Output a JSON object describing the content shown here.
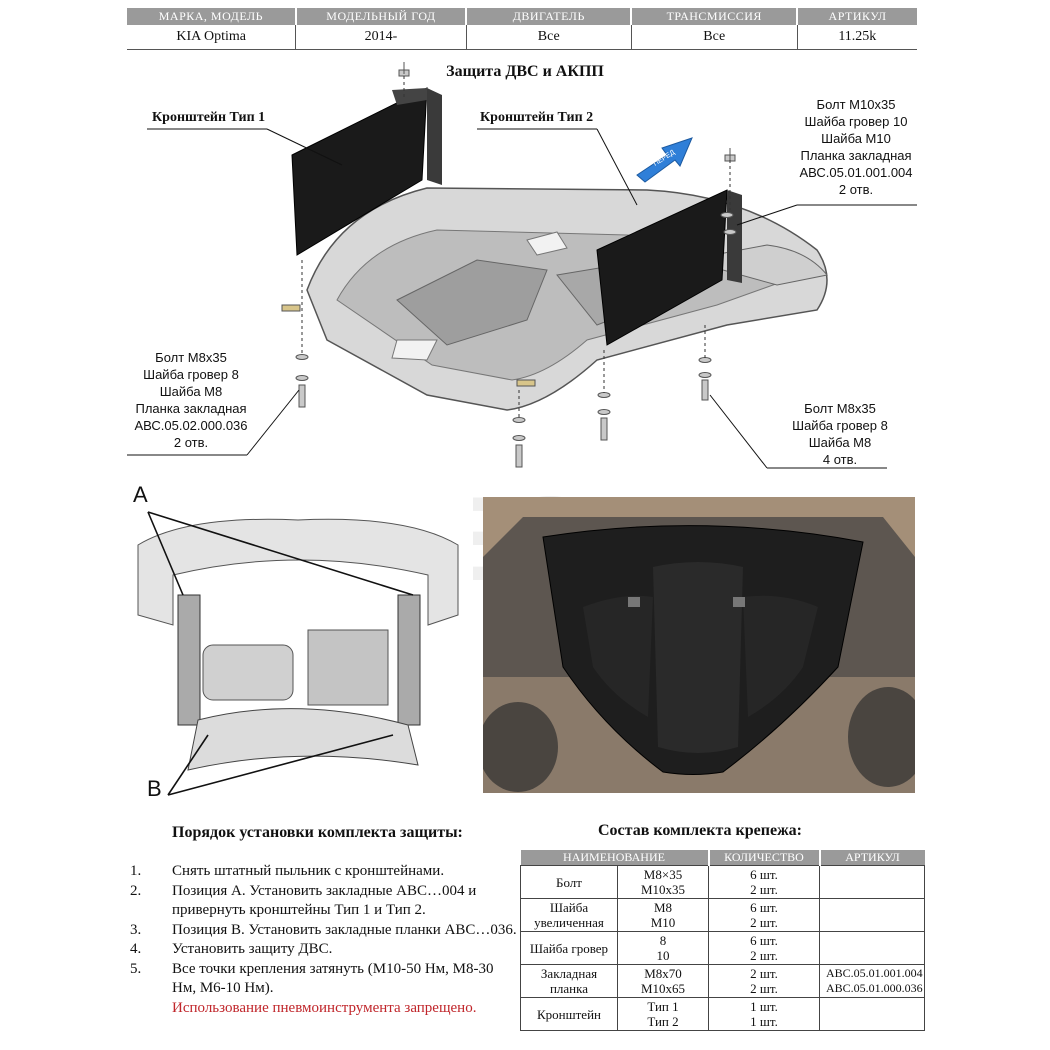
{
  "header": {
    "columns": [
      "МАРКА, МОДЕЛЬ",
      "МОДЕЛЬНЫЙ ГОД",
      "ДВИГАТЕЛЬ",
      "ТРАНСМИССИЯ",
      "АРТИКУЛ"
    ],
    "values": [
      "KIA Optima",
      "2014-",
      "Все",
      "Все",
      "11.25k"
    ]
  },
  "diagram": {
    "title": "Защита ДВС и АКПП",
    "bracket1": "Кронштейн Тип 1",
    "bracket2": "Кронштейн Тип 2",
    "front_arrow": "ПЕРЕД",
    "callout_top_right": [
      "Болт М10х35",
      "Шайба гровер  10",
      "Шайба М10",
      "Планка закладная",
      "АВС.05.01.001.004",
      "2 отв."
    ],
    "callout_left": [
      "Болт М8х35",
      "Шайба гровер  8",
      "Шайба М8",
      "Планка закладная",
      "АВС.05.02.000.036",
      "2 отв."
    ],
    "callout_right": [
      "Болт М8х35",
      "Шайба гровер  8",
      "Шайба М8",
      "4 отв."
    ]
  },
  "photos": {
    "letter_a": "A",
    "letter_b": "B",
    "watermark": "OBBECMAN"
  },
  "installation": {
    "title": "Порядок установки комплекта защиты:",
    "steps": [
      {
        "num": "1.",
        "text": "Снять штатный пыльник с кронштейнами."
      },
      {
        "num": "2.",
        "text": "Позиция А. Установить закладные АВС…004 и привернуть кронштейны Тип 1 и Тип 2."
      },
      {
        "num": "3.",
        "text": "Позиция B. Установить закладные планки АВС…036."
      },
      {
        "num": "4.",
        "text": "Установить защиту ДВС."
      },
      {
        "num": "5.",
        "text": "Все точки крепления затянуть (М10-50 Нм, М8-30 Нм, М6-10 Нм)."
      }
    ],
    "warning": "Использование пневмоинструмента запрещено."
  },
  "kit": {
    "title": "Состав комплекта крепежа:",
    "columns": [
      "НАИМЕНОВАНИЕ",
      "КОЛИЧЕСТВО",
      "АРТИКУЛ"
    ],
    "rows": [
      {
        "name": "Болт",
        "size1": "М8×35",
        "size2": "М10х35",
        "qty1": "6 шт.",
        "qty2": "2 шт.",
        "art1": "",
        "art2": ""
      },
      {
        "name": "Шайба увеличенная",
        "size1": "М8",
        "size2": "М10",
        "qty1": "6 шт.",
        "qty2": "2 шт.",
        "art1": "",
        "art2": ""
      },
      {
        "name": "Шайба гровер",
        "size1": "8",
        "size2": "10",
        "qty1": "6 шт.",
        "qty2": "2 шт.",
        "art1": "",
        "art2": ""
      },
      {
        "name": "Закладная планка",
        "size1": "М8х70",
        "size2": "М10х65",
        "qty1": "2 шт.",
        "qty2": "2 шт.",
        "art1": "АВС.05.01.001.004",
        "art2": "АВС.05.01.000.036"
      },
      {
        "name": "Кронштейн",
        "size1": "Тип 1",
        "size2": "Тип 2",
        "qty1": "1 шт.",
        "qty2": "1 шт.",
        "art1": "",
        "art2": ""
      }
    ]
  }
}
